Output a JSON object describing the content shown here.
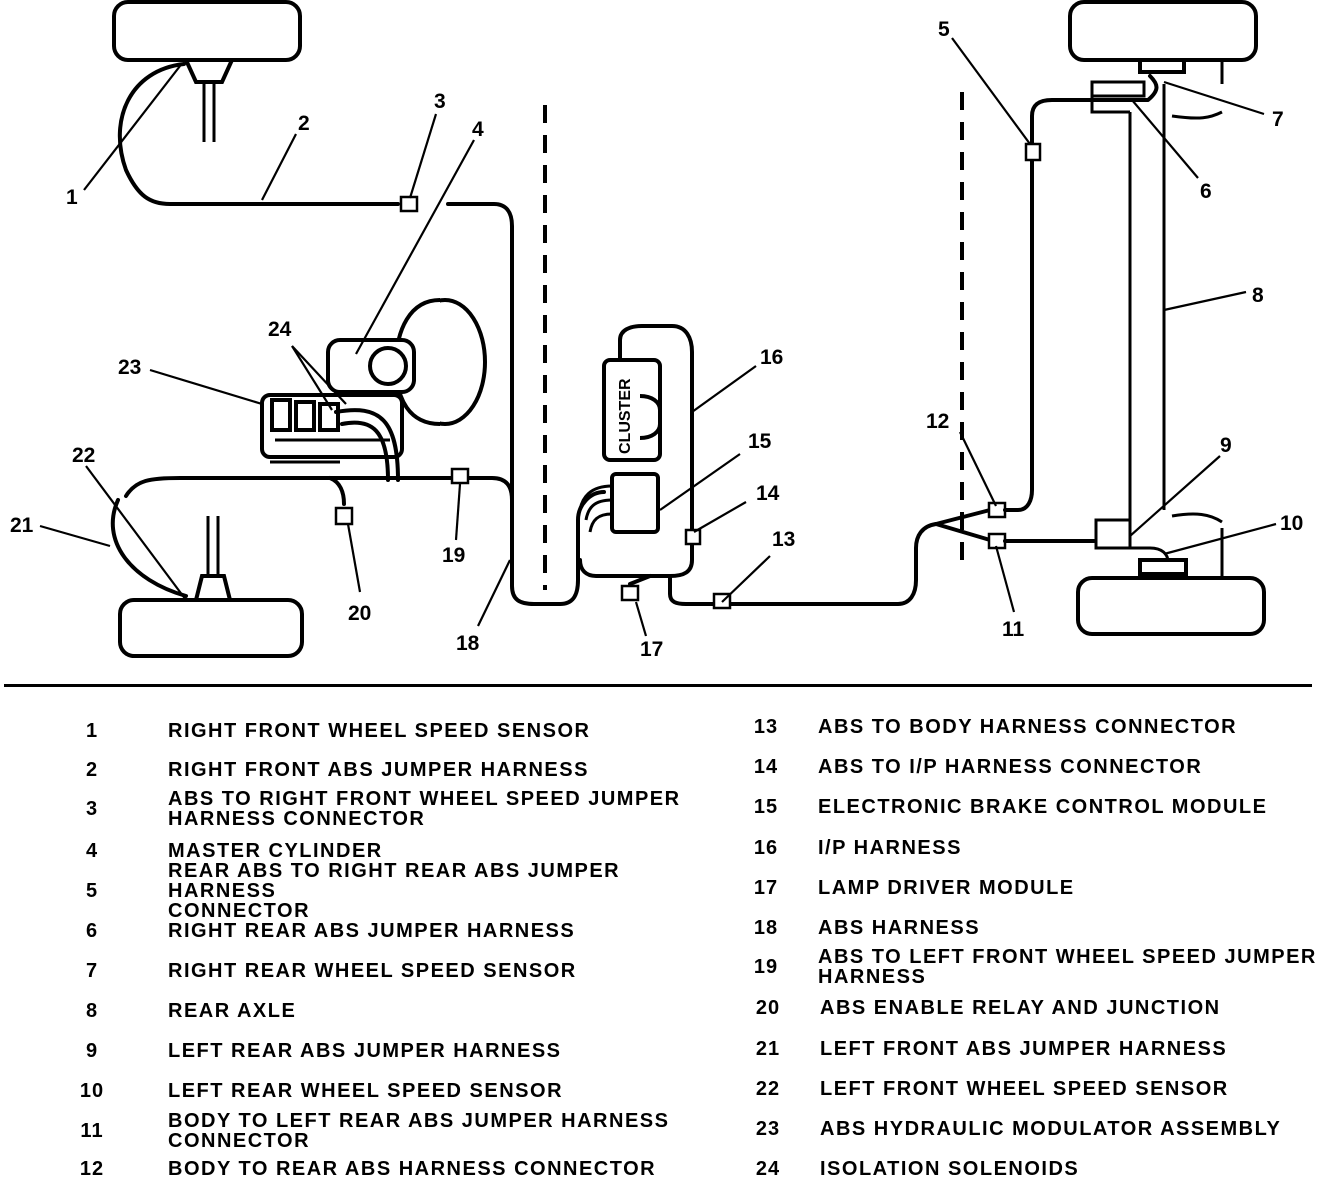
{
  "diagram": {
    "cluster_label": "CLUSTER",
    "callouts": [
      "1",
      "2",
      "3",
      "4",
      "5",
      "6",
      "7",
      "8",
      "9",
      "10",
      "11",
      "12",
      "13",
      "14",
      "15",
      "16",
      "17",
      "18",
      "19",
      "20",
      "21",
      "22",
      "23",
      "24"
    ]
  },
  "legend": {
    "left": [
      {
        "num": "1",
        "text": "RIGHT FRONT WHEEL SPEED SENSOR"
      },
      {
        "num": "2",
        "text": "RIGHT FRONT ABS JUMPER HARNESS"
      },
      {
        "num": "3",
        "text": "ABS TO RIGHT FRONT WHEEL SPEED JUMPER\nHARNESS CONNECTOR"
      },
      {
        "num": "4",
        "text": "MASTER CYLINDER"
      },
      {
        "num": "5",
        "text": "REAR ABS TO RIGHT REAR ABS JUMPER HARNESS\nCONNECTOR"
      },
      {
        "num": "6",
        "text": "RIGHT REAR ABS JUMPER HARNESS"
      },
      {
        "num": "7",
        "text": "RIGHT REAR WHEEL SPEED SENSOR"
      },
      {
        "num": "8",
        "text": "REAR AXLE"
      },
      {
        "num": "9",
        "text": "LEFT REAR ABS JUMPER HARNESS"
      },
      {
        "num": "10",
        "text": "LEFT REAR WHEEL SPEED SENSOR"
      },
      {
        "num": "11",
        "text": "BODY TO LEFT REAR ABS JUMPER HARNESS\nCONNECTOR"
      },
      {
        "num": "12",
        "text": "BODY TO REAR ABS HARNESS CONNECTOR"
      }
    ],
    "right": [
      {
        "num": "13",
        "text": "ABS TO BODY HARNESS CONNECTOR"
      },
      {
        "num": "14",
        "text": "ABS TO I/P HARNESS CONNECTOR"
      },
      {
        "num": "15",
        "text": "ELECTRONIC BRAKE CONTROL MODULE"
      },
      {
        "num": "16",
        "text": "I/P HARNESS"
      },
      {
        "num": "17",
        "text": "LAMP DRIVER MODULE"
      },
      {
        "num": "18",
        "text": "ABS HARNESS"
      },
      {
        "num": "19",
        "text": "ABS TO LEFT FRONT WHEEL SPEED JUMPER\nHARNESS"
      },
      {
        "num": "20",
        "text": "ABS ENABLE RELAY AND JUNCTION"
      },
      {
        "num": "21",
        "text": "LEFT FRONT ABS JUMPER HARNESS"
      },
      {
        "num": "22",
        "text": "LEFT FRONT WHEEL SPEED SENSOR"
      },
      {
        "num": "23",
        "text": "ABS HYDRAULIC MODULATOR ASSEMBLY"
      },
      {
        "num": "24",
        "text": "ISOLATION SOLENOIDS"
      }
    ]
  }
}
